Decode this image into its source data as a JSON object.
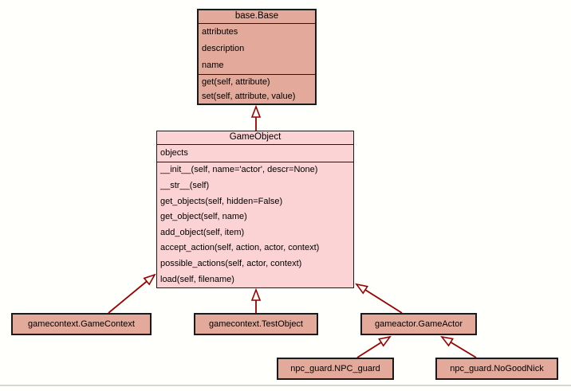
{
  "diagram": {
    "type": "uml-class-diagram",
    "colors": {
      "background": "#fffffc",
      "node_fill_salmon": "#e3a99a",
      "node_fill_pink": "#fcd3d5",
      "node_border": "#1a1a1a",
      "edge": "#990000",
      "bottom_divider": "#d6d6d6"
    },
    "classes": [
      {
        "id": "base",
        "title": "base.Base",
        "attributes": [
          "attributes",
          "description",
          "name"
        ],
        "methods": [
          "get(self, attribute)",
          "set(self, attribute, value)"
        ]
      },
      {
        "id": "gameobject",
        "title": "GameObject",
        "attributes": [
          "objects"
        ],
        "methods": [
          "__init__(self, name='actor', descr=None)",
          "__str__(self)",
          "get_objects(self, hidden=False)",
          "get_object(self, name)",
          "add_object(self, item)",
          "accept_action(self, action, actor, context)",
          "possible_actions(self, actor, context)",
          "load(self, filename)"
        ]
      },
      {
        "id": "gamecontext",
        "title": "gamecontext.GameContext",
        "attributes": [],
        "methods": []
      },
      {
        "id": "testobject",
        "title": "gamecontext.TestObject",
        "attributes": [],
        "methods": []
      },
      {
        "id": "gameactor",
        "title": "gameactor.GameActor",
        "attributes": [],
        "methods": []
      },
      {
        "id": "npcguard",
        "title": "npc_guard.NPC_guard",
        "attributes": [],
        "methods": []
      },
      {
        "id": "nogoodnick",
        "title": "npc_guard.NoGoodNick",
        "attributes": [],
        "methods": []
      }
    ],
    "edges": [
      {
        "from": "GameObject",
        "to": "base.Base",
        "type": "inheritance"
      },
      {
        "from": "gamecontext.GameContext",
        "to": "GameObject",
        "type": "inheritance"
      },
      {
        "from": "gamecontext.TestObject",
        "to": "GameObject",
        "type": "inheritance"
      },
      {
        "from": "gameactor.GameActor",
        "to": "GameObject",
        "type": "inheritance"
      },
      {
        "from": "npc_guard.NPC_guard",
        "to": "gameactor.GameActor",
        "type": "inheritance"
      },
      {
        "from": "npc_guard.NoGoodNick",
        "to": "gameactor.GameActor",
        "type": "inheritance"
      }
    ]
  }
}
